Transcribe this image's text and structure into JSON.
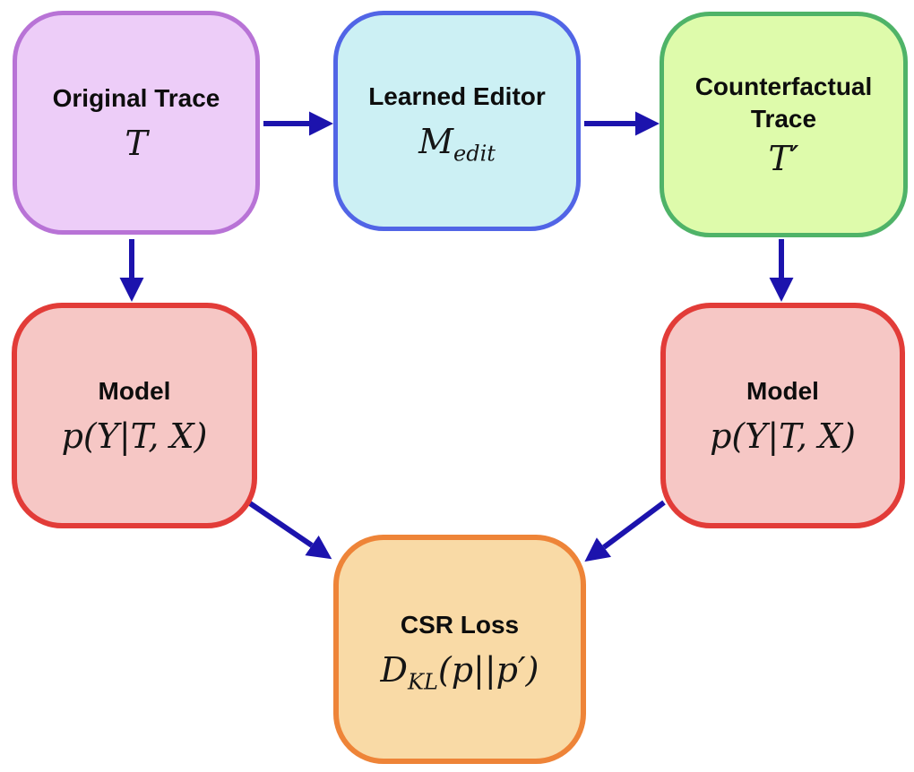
{
  "colors": {
    "background": "#ffffff",
    "arrow": "#1c13ad",
    "original_trace_fill": "#edcdf8",
    "original_trace_border": "#b873d6",
    "learned_editor_fill": "#ccf0f4",
    "learned_editor_border": "#5165e6",
    "counterfactual_trace_fill": "#defbab",
    "counterfactual_trace_border": "#4fb368",
    "model_fill": "#f6c7c5",
    "model_border": "#e23c38",
    "csr_loss_fill": "#f9daa6",
    "csr_loss_border": "#ee8438"
  },
  "nodes": {
    "original_trace": {
      "title": "Original Trace",
      "math": "T"
    },
    "learned_editor": {
      "title": "Learned Editor",
      "math_main": "M",
      "math_sub": "edit"
    },
    "counterfactual_trace": {
      "title": "Counterfactual Trace",
      "math": "T′"
    },
    "model_left": {
      "title": "Model",
      "math": "p(Y|T, X)"
    },
    "model_right": {
      "title": "Model",
      "math": "p(Y|T, X)"
    },
    "csr_loss": {
      "title": "CSR Loss",
      "math_main": "D",
      "math_sub": "KL",
      "math_rest": "(p||p′)"
    }
  }
}
